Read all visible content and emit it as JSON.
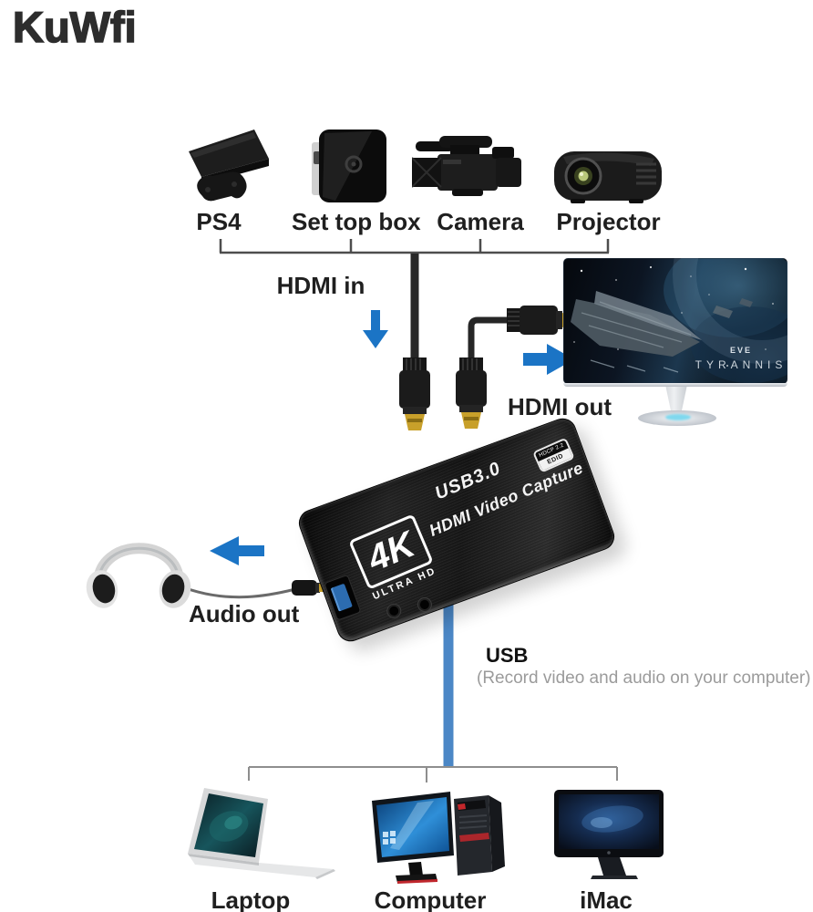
{
  "brand": {
    "logo_text": "KuWfi"
  },
  "source_devices": [
    {
      "id": "ps4",
      "label": "PS4"
    },
    {
      "id": "set-top-box",
      "label": "Set top box"
    },
    {
      "id": "camera",
      "label": "Camera"
    },
    {
      "id": "projector",
      "label": "Projector"
    }
  ],
  "connections": {
    "hdmi_in_label": "HDMI in",
    "hdmi_out_label": "HDMI out",
    "audio_out_label": "Audio out",
    "usb_label": "USB",
    "usb_note": "(Record video and audio on your computer)"
  },
  "capture_device": {
    "badge_4k": "4K",
    "badge_4k_sub": "ULTRA HD",
    "line_usb": "USB3.0",
    "line_name": "HDMI Video Capture",
    "sticker_top": "HDCP 2.2",
    "sticker_bottom": "EDID"
  },
  "monitor_screen": {
    "game_logo": "EVE",
    "game_title": "TYRANNIS"
  },
  "output_devices": [
    {
      "id": "laptop",
      "label": "Laptop"
    },
    {
      "id": "computer",
      "label": "Computer"
    },
    {
      "id": "imac",
      "label": "iMac"
    }
  ],
  "colors": {
    "arrow_blue": "#1b74c5",
    "usb_cable_blue": "#4b87c6",
    "bracket_dark": "#4d4d4d",
    "bracket_gray": "#8e8e8e",
    "label_text": "#1f1f1f",
    "note_gray": "#9b9b9b"
  }
}
